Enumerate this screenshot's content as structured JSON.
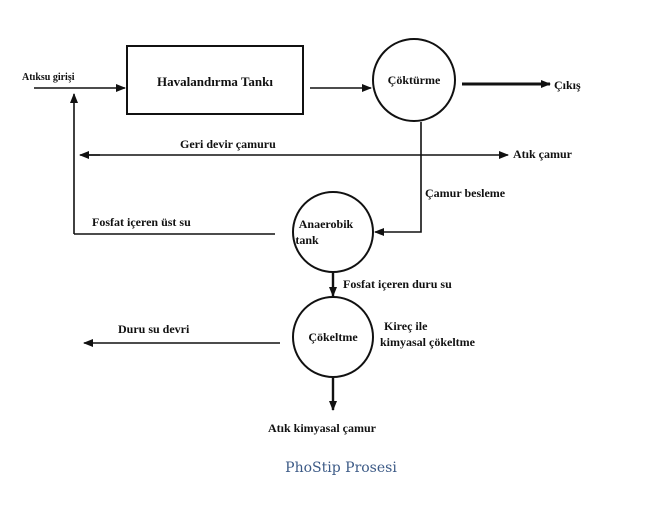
{
  "diagram": {
    "nodes": {
      "aeration_tank": "Havalandırma Tankı",
      "clarifier": "Çöktürme",
      "anaerobic_tank_line1": "Anaerobik",
      "anaerobic_tank_line2": "tank",
      "precipitation": "Çökeltme"
    },
    "flows": {
      "wastewater_in": "Atıksu girişi",
      "outlet": "Çıkış",
      "return_sludge": "Geri devir çamuru",
      "waste_sludge": "Atık çamur",
      "sludge_feed": "Çamur besleme",
      "phosphate_supernatant": "Fosfat içeren üst su",
      "phosphate_clear_water": "Fosfat içeren duru su",
      "clear_water_return": "Duru su devri",
      "lime_line1": "Kireç ile",
      "lime_line2": "kimyasal çökeltme",
      "chemical_sludge": "Atık kimyasal çamur"
    },
    "caption": "PhoStip Prosesi"
  }
}
